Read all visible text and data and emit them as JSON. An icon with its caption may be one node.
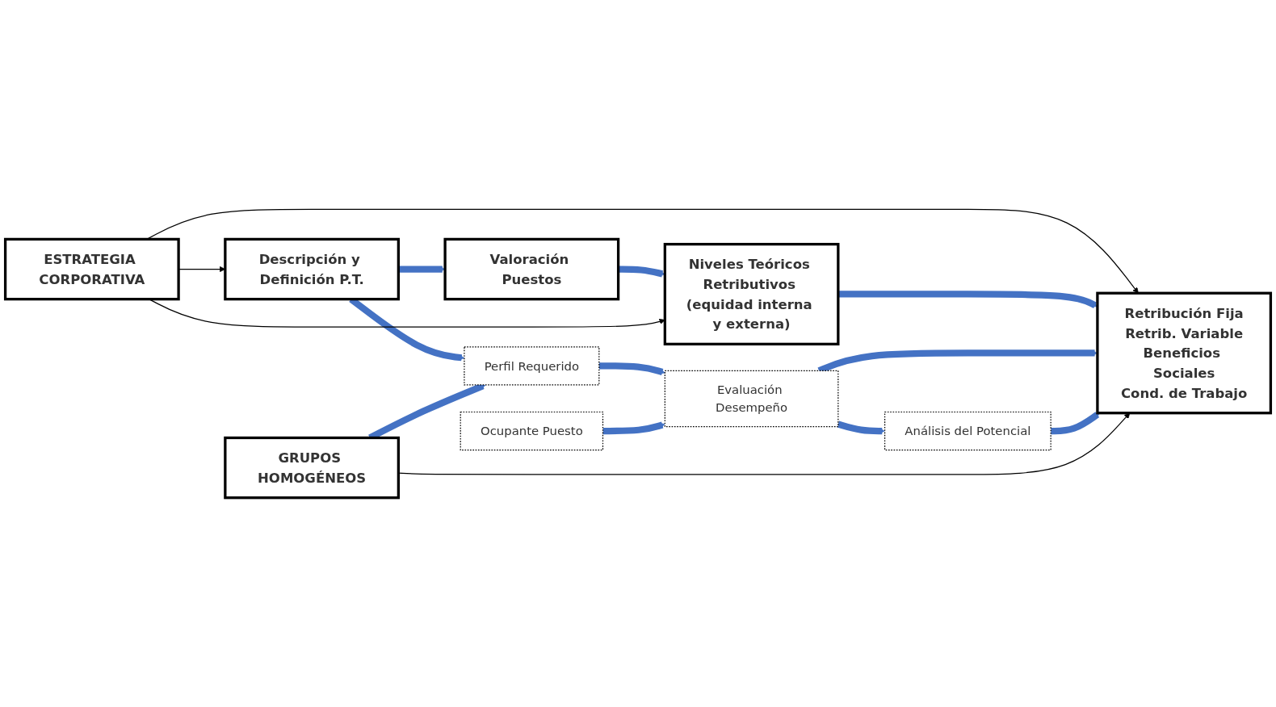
{
  "diagram": {
    "nodes": [
      {
        "text": [
          "ESTRATEGIA CORPORATIVA"
        ]
      },
      {
        "text": [
          "GRUPOS HOMOGÉNEOS"
        ]
      },
      {
        "text": [
          "Descripción y Definición P.T."
        ]
      },
      {
        "text": [
          "Valoración Puestos"
        ]
      },
      {
        "text": [
          "Niveles Teóricos Retributivos (equidad interna y externa)"
        ]
      },
      {
        "text": [
          "Perfil Requerido"
        ]
      },
      {
        "text": [
          "Ocupante Puesto"
        ]
      },
      {
        "text": [
          "Evaluación Desempeño"
        ]
      },
      {
        "text": [
          "Análisis del Potencial"
        ]
      },
      {
        "text": [
          "Retribución Fija",
          "Retrib. Variable",
          "Beneficios Sociales",
          "Cond. de Trabajo"
        ]
      }
    ],
    "edges": [
      {
        "from": 0,
        "to": 2,
        "arrow": "to",
        "color": "#000000"
      },
      {
        "from": 2,
        "to": 3,
        "arrow": "to"
      },
      {
        "from": 3,
        "to": 4,
        "arrow": "to"
      },
      {
        "from": 2,
        "to": 5,
        "arrow": "to"
      },
      {
        "from": 0,
        "to": 4,
        "arrow": "to",
        "color": "#000000"
      },
      {
        "from": 0,
        "to": 9,
        "arrow": "to",
        "color": "#000000"
      },
      {
        "from": 4,
        "to": 9,
        "arrow": "to"
      },
      {
        "from": 1,
        "to": 5,
        "arrow": "to"
      },
      {
        "from": 5,
        "to": 7,
        "arrow": "to"
      },
      {
        "from": 6,
        "to": 7,
        "arrow": "to"
      },
      {
        "from": 7,
        "to": 9,
        "arrow": "to"
      },
      {
        "from": 7,
        "to": 8,
        "arrow": "to"
      },
      {
        "from": 8,
        "to": 9,
        "arrow": "to"
      },
      {
        "from": 1,
        "to": 9,
        "arrow": "to",
        "color": "#000000"
      }
    ]
  }
}
